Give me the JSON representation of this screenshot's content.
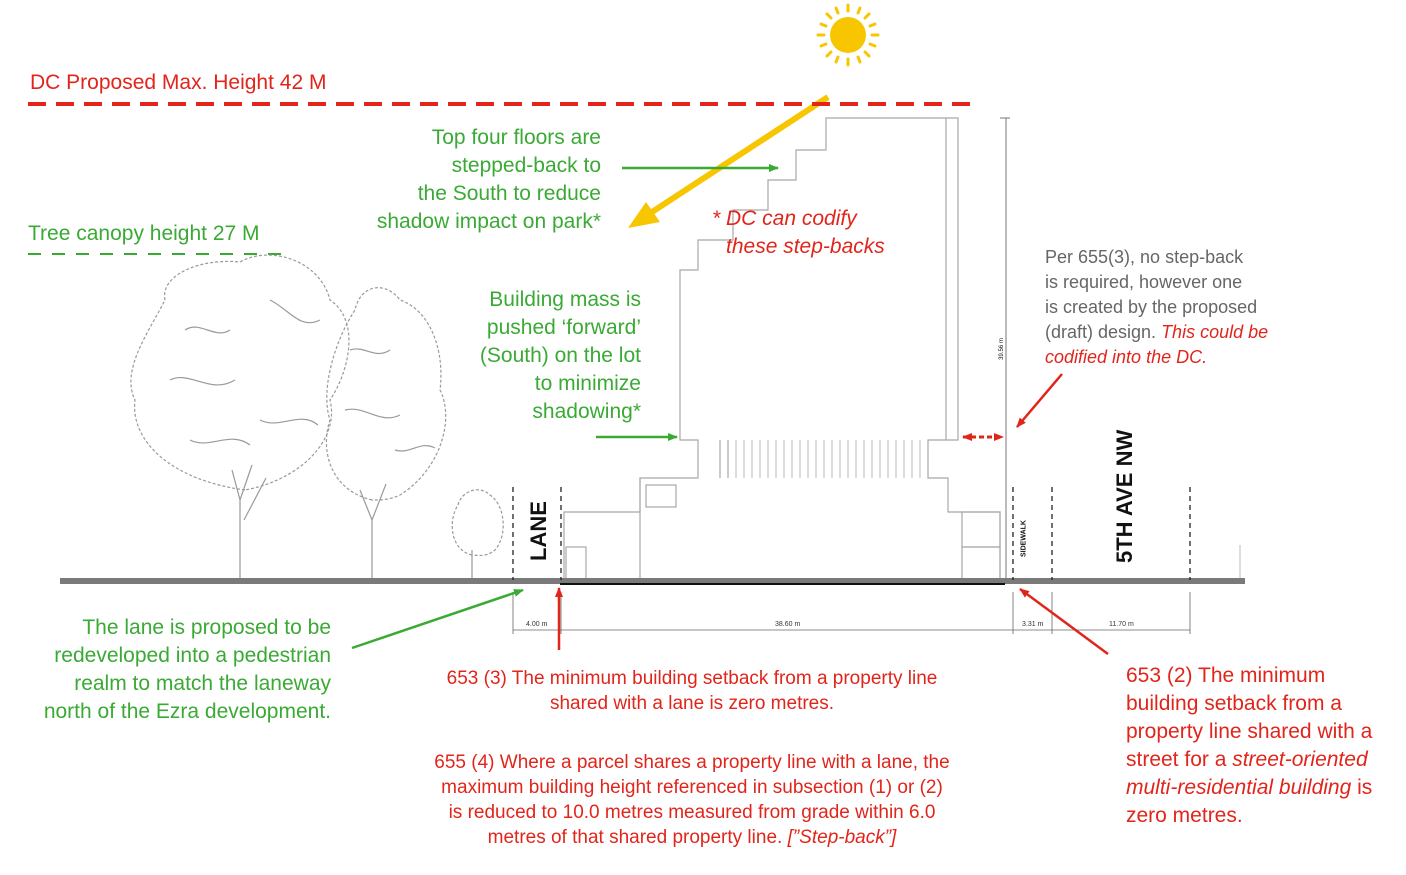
{
  "max_height_label": "DC Proposed Max. Height 42 M",
  "tree_canopy_label": "Tree canopy height 27 M",
  "top_floors_note": [
    "Top four floors are",
    "stepped-back to",
    "the South to reduce",
    "shadow impact on park*"
  ],
  "codify_note": [
    "* DC can codify",
    "these step-backs"
  ],
  "building_mass_note": [
    "Building mass is",
    "pushed ‘forward’",
    "(South) on the lot",
    "to minimize",
    "shadowing*"
  ],
  "per_655_note": {
    "gray_lines": [
      "Per 655(3), no step-back",
      "is required, however one",
      "is created by the proposed"
    ],
    "last_gray": "(draft) design.",
    "red_inline": " This could be",
    "red_line": "codified into the DC."
  },
  "lane_label": "LANE",
  "sidewalk_label": "SIDEWALK",
  "avenue_label": "5TH AVE NW",
  "dimensions": {
    "lane": "4.00 m",
    "lot": "38.60 m",
    "sidewalk": "3.31 m",
    "street": "11.70 m",
    "height": "39.56 m"
  },
  "lane_note": [
    "The lane is proposed to be",
    "redeveloped into a pedestrian",
    "realm to match the laneway",
    "north of the Ezra development."
  ],
  "rule_653_3": [
    "653 (3) The minimum building setback from a property line",
    "shared with a lane is zero metres."
  ],
  "rule_655_4": {
    "lines": [
      "655 (4) Where a parcel shares a property line with a lane, the",
      "maximum building height referenced in subsection (1) or (2)",
      "is reduced to 10.0 metres measured from grade within 6.0"
    ],
    "last_line": "metres of that shared property line.",
    "tag": " [”Step-back”]"
  },
  "rule_653_2": {
    "l1": "653 (2) The minimum",
    "l2": "building setback from a",
    "l3": "property line  shared with a",
    "l4a": "street for a ",
    "l4b": "street-oriented",
    "l5a": "multi-residential building",
    "l5b": " is",
    "l6": "zero metres."
  },
  "colors": {
    "red": "#e1251b",
    "green": "#3aaa35",
    "sun": "#f7c600",
    "gray_text": "#666666"
  }
}
